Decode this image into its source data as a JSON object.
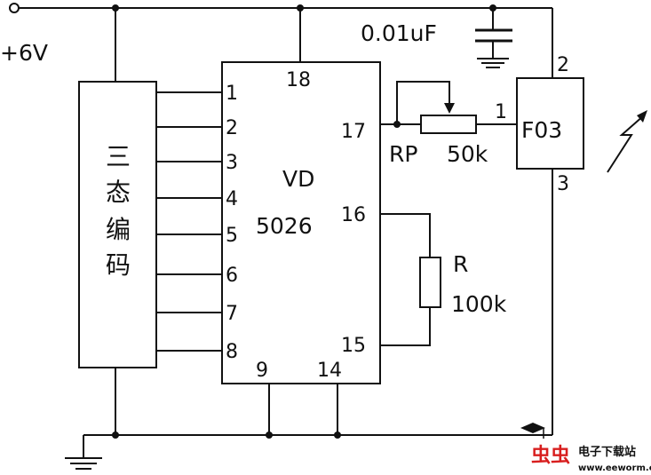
{
  "supply": {
    "voltage": "+6V"
  },
  "encoder": {
    "label_chars": [
      "三",
      "态",
      "编",
      "码"
    ]
  },
  "ic": {
    "name": "VD",
    "part": "5026",
    "pins_left": [
      "1",
      "2",
      "3",
      "4",
      "5",
      "6",
      "7",
      "8"
    ],
    "pin_top": "18",
    "pin_17": "17",
    "pin_16": "16",
    "pin_15": "15",
    "pin_9": "9",
    "pin_14": "14"
  },
  "capacitor": {
    "value": "0.01uF"
  },
  "potentiometer": {
    "ref": "RP",
    "value": "50k"
  },
  "resistor": {
    "ref": "R",
    "value": "100k"
  },
  "module": {
    "name": "F03",
    "pin_in": "1",
    "pin_vcc": "2",
    "pin_gnd": "3"
  },
  "watermark": {
    "brand": "电子下载站",
    "url": "www.eeworm.com"
  }
}
